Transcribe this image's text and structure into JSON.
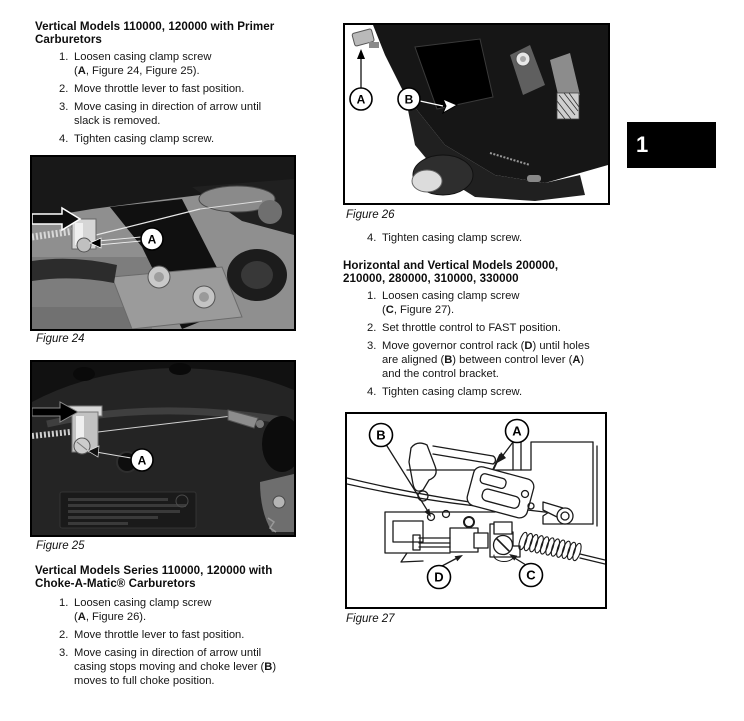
{
  "page": {
    "tab_label": "1"
  },
  "left": {
    "section1": {
      "heading": "Vertical Models 110000, 120000 with Primer\nCarburetors",
      "items": [
        {
          "num": "1.",
          "segments": [
            {
              "t": "Loosen casing clamp screw\n("
            },
            {
              "t": "A",
              "b": true
            },
            {
              "t": ", Figure 24, Figure 25)."
            }
          ]
        },
        {
          "num": "2.",
          "segments": [
            {
              "t": "Move throttle lever to fast position."
            }
          ]
        },
        {
          "num": "3.",
          "segments": [
            {
              "t": "Move casing in direction of arrow until\nslack is removed."
            }
          ]
        },
        {
          "num": "4.",
          "segments": [
            {
              "t": "Tighten casing clamp screw."
            }
          ]
        }
      ]
    },
    "section2": {
      "heading": "Vertical Models Series 110000, 120000 with\nChoke-A-Matic® Carburetors",
      "items": [
        {
          "num": "1.",
          "segments": [
            {
              "t": "Loosen casing clamp screw\n("
            },
            {
              "t": "A",
              "b": true
            },
            {
              "t": ", Figure 26)."
            }
          ]
        },
        {
          "num": "2.",
          "segments": [
            {
              "t": "Move throttle lever to fast position."
            }
          ]
        },
        {
          "num": "3.",
          "segments": [
            {
              "t": "Move casing in direction of arrow until\ncasing stops moving and choke lever ("
            },
            {
              "t": "B",
              "b": true
            },
            {
              "t": ")\nmoves to full choke position."
            }
          ]
        }
      ]
    }
  },
  "right": {
    "continuation_item": {
      "num": "4.",
      "segments": [
        {
          "t": "Tighten casing clamp screw."
        }
      ]
    },
    "section3": {
      "heading": "Horizontal and Vertical Models 200000,\n210000, 280000, 310000, 330000",
      "items": [
        {
          "num": "1.",
          "segments": [
            {
              "t": "Loosen casing clamp screw\n("
            },
            {
              "t": "C",
              "b": true
            },
            {
              "t": ", Figure 27)."
            }
          ]
        },
        {
          "num": "2.",
          "segments": [
            {
              "t": "Set throttle control to FAST position."
            }
          ]
        },
        {
          "num": "3.",
          "segments": [
            {
              "t": "Move governor control rack ("
            },
            {
              "t": "D",
              "b": true
            },
            {
              "t": ") until holes\nare aligned ("
            },
            {
              "t": "B",
              "b": true
            },
            {
              "t": ") between control lever ("
            },
            {
              "t": "A",
              "b": true
            },
            {
              "t": ")\nand the control bracket."
            }
          ]
        },
        {
          "num": "4.",
          "segments": [
            {
              "t": "Tighten casing clamp screw."
            }
          ]
        }
      ]
    }
  },
  "figures": {
    "fig24": {
      "caption": "Figure 24",
      "callout_a": "A"
    },
    "fig25": {
      "caption": "Figure 25",
      "callout_a": "A"
    },
    "fig26": {
      "caption": "Figure 26",
      "callout_a": "A",
      "callout_b": "B"
    },
    "fig27": {
      "caption": "Figure 27",
      "callout_a": "A",
      "callout_b": "B",
      "callout_c": "C",
      "callout_d": "D"
    }
  }
}
